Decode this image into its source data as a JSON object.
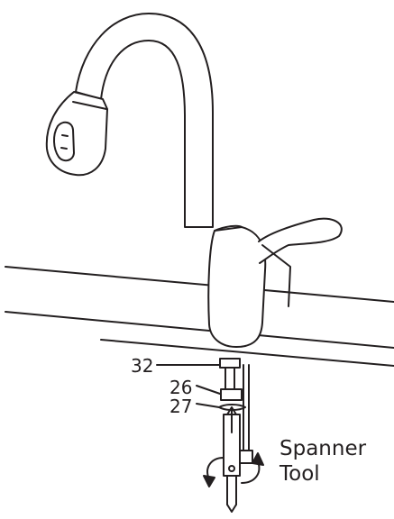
{
  "diagram": {
    "callouts": {
      "part_32": "32",
      "part_26": "26",
      "part_27": "27"
    },
    "tool_label": {
      "line1": "Spanner",
      "line2": "Tool"
    }
  }
}
